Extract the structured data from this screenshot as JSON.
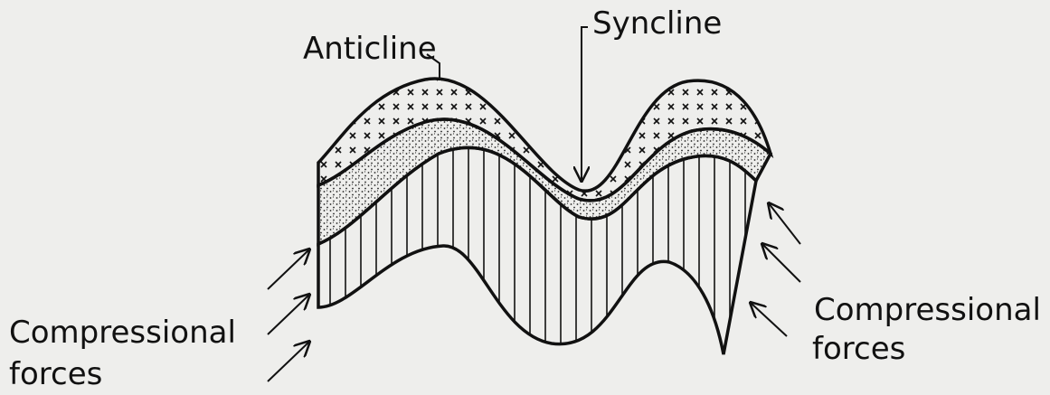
{
  "labels": {
    "anticline": "Anticline",
    "syncline": "Syncline",
    "compressional_left_1": "Compressional",
    "compressional_left_2": "forces",
    "compressional_right_1": "Compressional",
    "compressional_right_2": "forces"
  },
  "colors": {
    "ink": "#111111",
    "paper": "#eeeeec"
  }
}
